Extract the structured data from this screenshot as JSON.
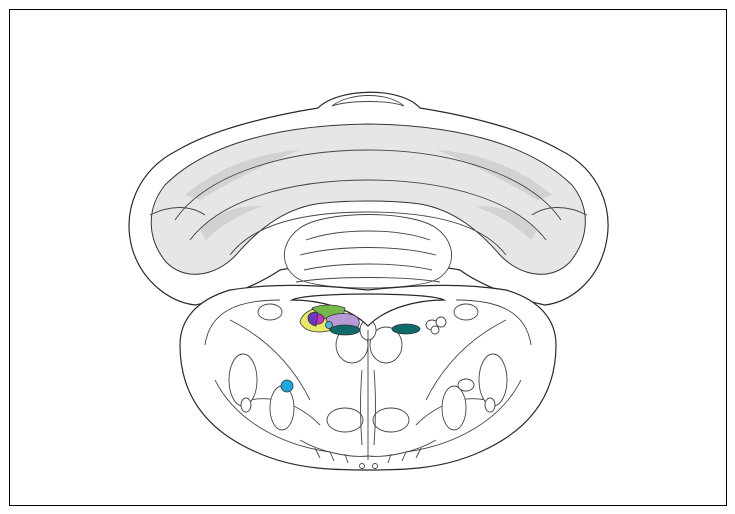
{
  "figure": {
    "background": "#ffffff",
    "frame_stroke": "#000000",
    "outline_stroke": "#2a2a2a",
    "white_matter_fill": "#ffffff",
    "gray_matter_fill": "#e6e6e6"
  },
  "regions": [
    {
      "id": "yellow-nucleus",
      "color": "#e8e86a"
    },
    {
      "id": "green-nucleus",
      "color": "#74b84a"
    },
    {
      "id": "lavender-nucleus",
      "color": "#b89ad6"
    },
    {
      "id": "magenta-nucleus",
      "color": "#d22fc8"
    },
    {
      "id": "purple-nucleus",
      "color": "#6b39c4"
    },
    {
      "id": "teal-nucleus-left",
      "color": "#0f6a6a"
    },
    {
      "id": "teal-nucleus-right",
      "color": "#0f6a6a"
    },
    {
      "id": "small-blue-dot",
      "color": "#47b8d8"
    },
    {
      "id": "cyan-spot-lateral",
      "color": "#1ea8e0"
    }
  ]
}
